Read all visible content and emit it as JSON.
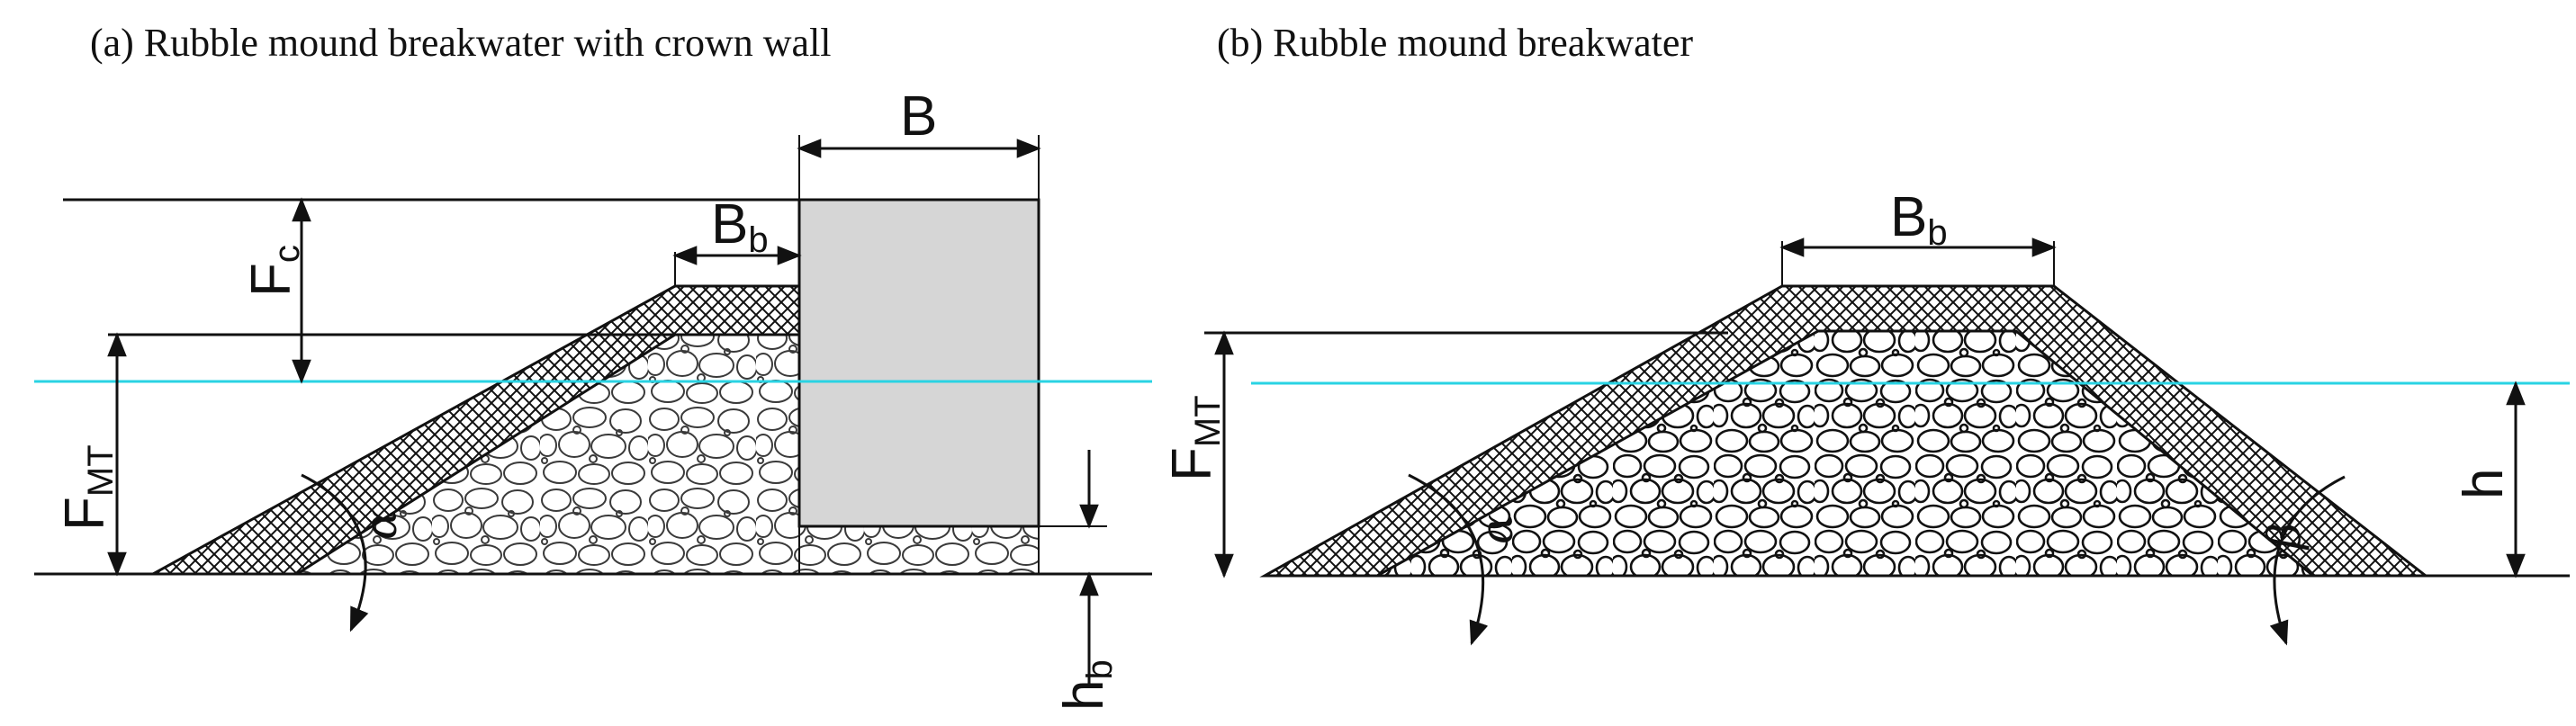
{
  "panel_a": {
    "title": "(a) Rubble mound breakwater with crown wall",
    "labels": {
      "B_main": "B",
      "B_sub": "",
      "Bb_main": "B",
      "Bb_sub": "b",
      "Fc_main": "F",
      "Fc_sub": "c",
      "Fmt_main": "F",
      "Fmt_sub": "MT",
      "hb_main": "h",
      "hb_sub": "b",
      "alpha": "α"
    }
  },
  "panel_b": {
    "title": "(b) Rubble mound breakwater",
    "labels": {
      "Bb_main": "B",
      "Bb_sub": "b",
      "Fmt_main": "F",
      "Fmt_sub": "MT",
      "h_main": "h",
      "alpha": "α",
      "beta": "β"
    }
  },
  "colors": {
    "water_line": "#29d3e3",
    "crown_wall": "#d6d6d6",
    "line": "#111111"
  }
}
